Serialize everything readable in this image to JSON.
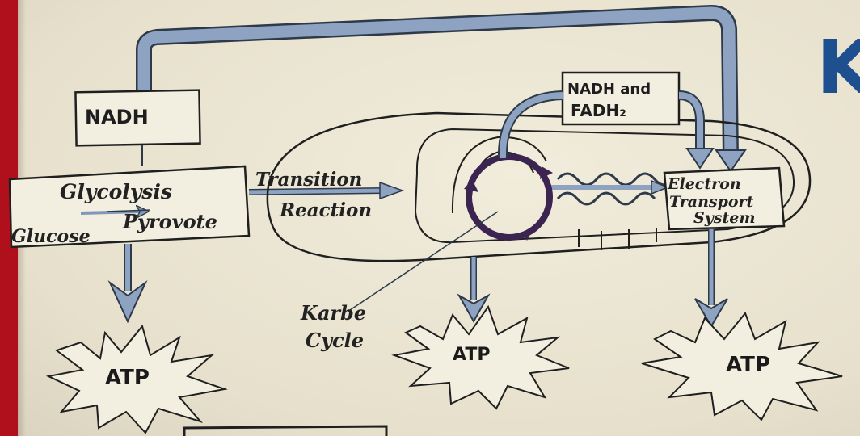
{
  "nodes": {
    "nadh_top": "NADH",
    "glycolysis_title": "Glycolysis",
    "glucose": "Glucose",
    "pyruvate": "Pyrovote",
    "transition_line1": "Transition",
    "transition_line2": "Reaction",
    "nadh_fadh_line1": "NADH and",
    "nadh_fadh_line2": "FADH₂",
    "ets_line1": "Electron",
    "ets_line2": "Transport",
    "ets_line3": "System",
    "krebs_line1": "Karbe",
    "krebs_line2": "Cycle"
  },
  "atp": [
    "ATP",
    "ATP",
    "ATP"
  ],
  "corner_letter": "K",
  "colors": {
    "arrow_blue": "#7f97b8",
    "arrow_outline": "#2e3a4a",
    "cycle_purple": "#3b2450",
    "ink": "#222222",
    "heading_blue": "#1e4f8f"
  }
}
